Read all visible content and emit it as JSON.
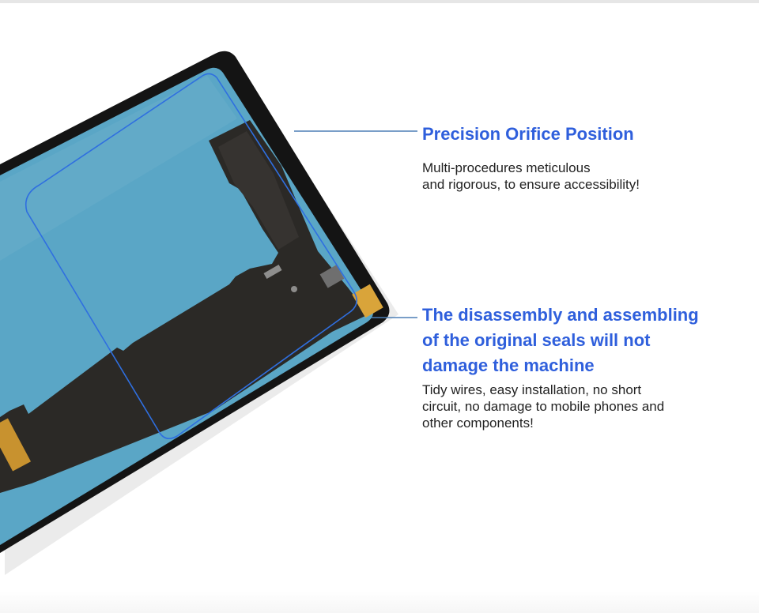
{
  "callout_1": {
    "title": "Precision Orifice Position",
    "body_lines": [
      "Multi-procedures meticulous",
      "and rigorous, to ensure accessibility!"
    ]
  },
  "callout_2": {
    "title_lines": [
      "The disassembly and assembling",
      "of the original seals will not",
      "damage the machine"
    ],
    "body_lines": [
      "Tidy wires, easy installation, no short",
      "circuit, no damage to mobile phones and",
      "other components!"
    ]
  },
  "colors": {
    "accent": "#2f5fdc",
    "panel_blue": "#5aa6c6",
    "flex_cable": "#2b2926",
    "bezel": "#141414",
    "gold_contact": "#d9a43a"
  },
  "icons": {
    "product": "lcd-display-assembly-photo"
  }
}
